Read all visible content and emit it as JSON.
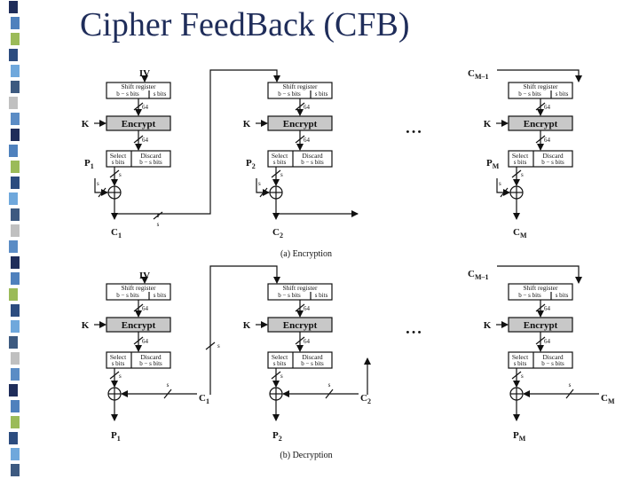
{
  "slide": {
    "title": "Cipher FeedBack (CFB)",
    "strip_colors": [
      "#1f2d5a",
      "#4f81bd",
      "#9bbb59",
      "#2c4c7f",
      "#6fa8dc",
      "#3d5a80",
      "#c0c0c0",
      "#5b8cc5"
    ]
  },
  "labels": {
    "iv": "IV",
    "shift_register": "Shift register",
    "b_minus_s_bits": "b − s bits",
    "s_bits": "s bits",
    "encrypt": "Encrypt",
    "select": "Select",
    "discard": "Discard",
    "k": "K",
    "s": "s",
    "sixty_four": "64",
    "dots": "• • •"
  },
  "encryption": {
    "caption": "(a) Encryption",
    "feedback_last": "C",
    "feedback_last_sub": "M–1",
    "plaintext": [
      {
        "main": "P",
        "sub": "1"
      },
      {
        "main": "P",
        "sub": "2"
      },
      {
        "main": "P",
        "sub": "M"
      }
    ],
    "ciphertext": [
      {
        "main": "C",
        "sub": "1"
      },
      {
        "main": "C",
        "sub": "2"
      },
      {
        "main": "C",
        "sub": "M"
      }
    ]
  },
  "decryption": {
    "caption": "(b) Decryption",
    "feedback_last": "C",
    "feedback_last_sub": "M–1",
    "ciphertext": [
      {
        "main": "C",
        "sub": "1"
      },
      {
        "main": "C",
        "sub": "2"
      },
      {
        "main": "C",
        "sub": "M"
      }
    ],
    "plaintext": [
      {
        "main": "P",
        "sub": "1"
      },
      {
        "main": "P",
        "sub": "2"
      },
      {
        "main": "P",
        "sub": "M"
      }
    ]
  }
}
